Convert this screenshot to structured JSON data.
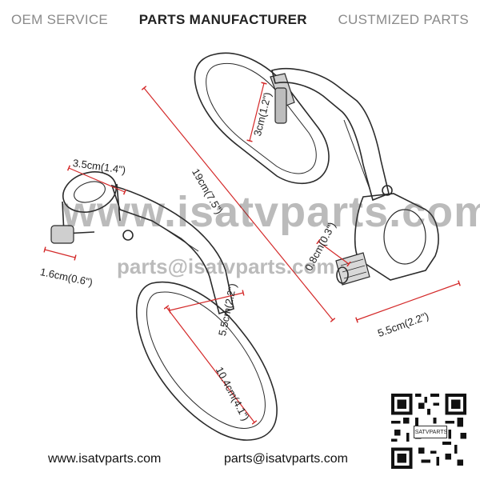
{
  "header": {
    "left": "OEM SERVICE",
    "center": "PARTS MANUFACTURER",
    "right": "CUSTMIZED PARTS"
  },
  "dimensions": {
    "knob_diameter": "3.5cm(1.4\")",
    "stem": "1.6cm(0.6\")",
    "total_length": "19cm(7.5\")",
    "mirror_height": "3cm(1.2\")",
    "bolt_size": "0.8cm(0.3\")",
    "mirror_width": "5.5cm(2.2\")",
    "mirror_length": "10.4cm(4.1\")",
    "bar_end_length": "5.5cm(2.2\")"
  },
  "watermark": {
    "site": "www.isatvparts.com",
    "email": "parts@isatvparts.com"
  },
  "qr": {
    "logo_text": "ISATVPARTS"
  },
  "footer": {
    "website": "www.isatvparts.com",
    "email": "parts@isatvparts.com"
  },
  "colors": {
    "dimension_line": "#d42a2a",
    "outline": "#2b2b2b"
  }
}
